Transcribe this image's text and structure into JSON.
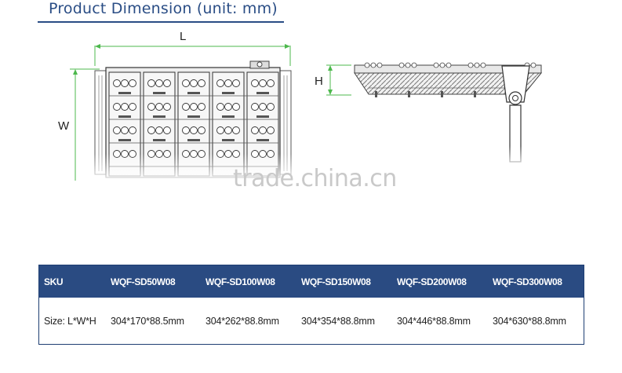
{
  "section": {
    "title": "Product Dimension (unit: mm)"
  },
  "drawing": {
    "label_length": "L",
    "label_width": "W",
    "label_height": "H"
  },
  "watermark": "trade.china.cn",
  "spec_table": {
    "header": [
      "SKU",
      "WQF-SD50W08",
      "WQF-SD100W08",
      "WQF-SD150W08",
      "WQF-SD200W08",
      "WQF-SD300W08"
    ],
    "row": [
      "Size: L*W*H",
      "304*170*88.5mm",
      "304*262*88.8mm",
      "304*354*88.8mm",
      "304*446*88.8mm",
      "304*630*88.8mm"
    ]
  },
  "colors": {
    "title": "#2a4d85",
    "table_header_bg": "#2a4b82",
    "dimension_line": "#4cb84c"
  }
}
